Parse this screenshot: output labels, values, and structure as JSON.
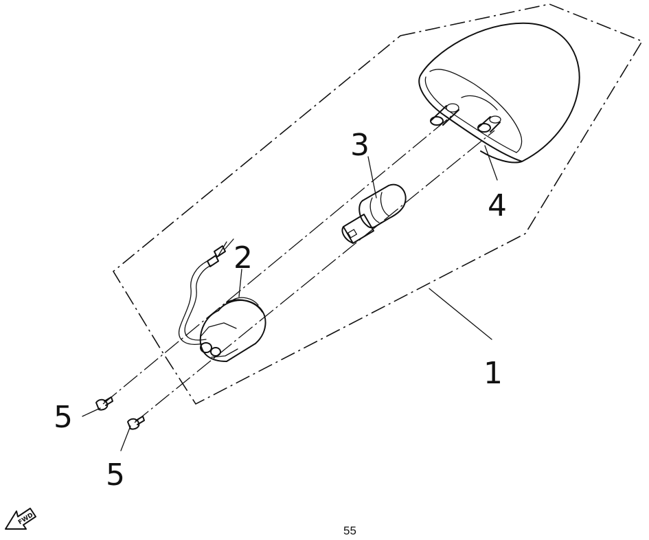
{
  "diagram": {
    "callouts": {
      "c1": "1",
      "c2": "2",
      "c3": "3",
      "c4": "4",
      "c5a": "5",
      "c5b": "5"
    },
    "fwd_label": "FWD",
    "page_number": "55"
  },
  "colors": {
    "ink": "#111111",
    "paper": "#ffffff"
  }
}
